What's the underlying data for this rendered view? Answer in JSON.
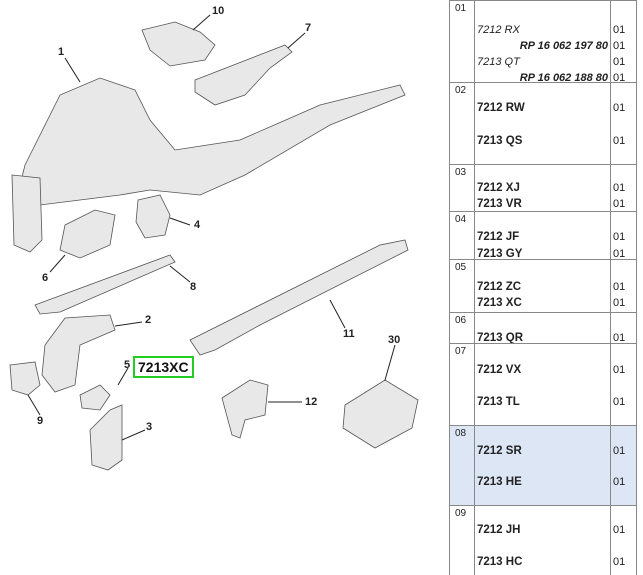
{
  "callouts": [
    "1",
    "10",
    "7",
    "4",
    "6",
    "8",
    "2",
    "5",
    "11",
    "30",
    "9",
    "12",
    "3"
  ],
  "highlight": "7213XC",
  "rows": [
    {
      "num": "01",
      "selected": false,
      "lines": [
        {
          "text": "7212 RX",
          "style": "ital",
          "qty": "01"
        },
        {
          "text": "RP 16 062 197 80",
          "style": "ref",
          "qty": "01"
        },
        {
          "text": "7213 QT",
          "style": "ital",
          "qty": "01"
        },
        {
          "text": "RP 16 062 188 80",
          "style": "ref",
          "qty": "01"
        }
      ]
    },
    {
      "num": "02",
      "selected": false,
      "lines": [
        {
          "text": "7212 RW",
          "style": "code",
          "qty": "01"
        },
        {
          "text": "7213 QS",
          "style": "code",
          "qty": "01"
        }
      ]
    },
    {
      "num": "03",
      "selected": false,
      "lines": [
        {
          "text": "7212 XJ",
          "style": "code",
          "qty": "01"
        },
        {
          "text": "7213 VR",
          "style": "code",
          "qty": "01"
        }
      ]
    },
    {
      "num": "04",
      "selected": false,
      "lines": [
        {
          "text": "7212 JF",
          "style": "code",
          "qty": "01"
        },
        {
          "text": "7213 GY",
          "style": "code",
          "qty": "01"
        }
      ]
    },
    {
      "num": "05",
      "selected": false,
      "lines": [
        {
          "text": "7212 ZC",
          "style": "code",
          "qty": "01"
        },
        {
          "text": "7213 XC",
          "style": "code",
          "qty": "01"
        }
      ]
    },
    {
      "num": "06",
      "selected": false,
      "lines": [
        {
          "text": "7213 QR",
          "style": "code",
          "qty": "01"
        }
      ]
    },
    {
      "num": "07",
      "selected": false,
      "lines": [
        {
          "text": "7212 VX",
          "style": "code",
          "qty": "01"
        },
        {
          "text": "7213 TL",
          "style": "code",
          "qty": "01"
        }
      ]
    },
    {
      "num": "08",
      "selected": true,
      "lines": [
        {
          "text": "7212 SR",
          "style": "code",
          "qty": "01"
        },
        {
          "text": "7213 HE",
          "style": "code",
          "qty": "01"
        }
      ]
    },
    {
      "num": "09",
      "selected": false,
      "lines": [
        {
          "text": "7212 JH",
          "style": "code",
          "qty": "01"
        },
        {
          "text": "7213 HC",
          "style": "code",
          "qty": "01"
        }
      ]
    }
  ]
}
